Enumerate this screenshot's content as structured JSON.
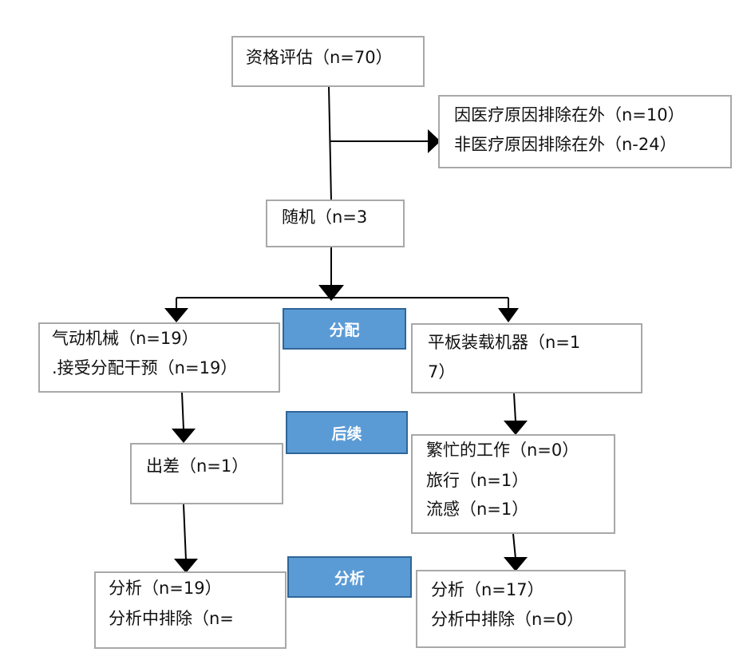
{
  "colors": {
    "box_border": "#a8a8a8",
    "connector": "#000000",
    "tag_fill": "#5b9bd5",
    "tag_border": "#2f6698",
    "tag_text": "#ffffff"
  },
  "boxes": {
    "eligibility": {
      "text": "资格评估（n=70）"
    },
    "excluded": {
      "lines": [
        "因医疗原因排除在外（n=10）",
        "非医疗原因排除在外（n-24）"
      ]
    },
    "randomized": {
      "text": "随机（n=3"
    },
    "left_arm": {
      "lines": [
        "气动机械（n=19）",
        ".接受分配干预（n=19）"
      ]
    },
    "right_arm": {
      "lines": [
        "平板装载机器（n=1",
        "7）"
      ]
    },
    "left_followup": {
      "text": "出差（n=1）"
    },
    "right_followup": {
      "lines": [
        "繁忙的工作（n=0）",
        "旅行（n=1）",
        "流感（n=1）"
      ]
    },
    "left_analysis": {
      "lines": [
        "分析（n=19）",
        "分析中排除（n="
      ]
    },
    "right_analysis": {
      "lines": [
        "分析（n=17）",
        "分析中排除（n=0）"
      ]
    }
  },
  "stage_labels": {
    "allocation": "分配",
    "followup": "后续",
    "analysis": "分析"
  }
}
